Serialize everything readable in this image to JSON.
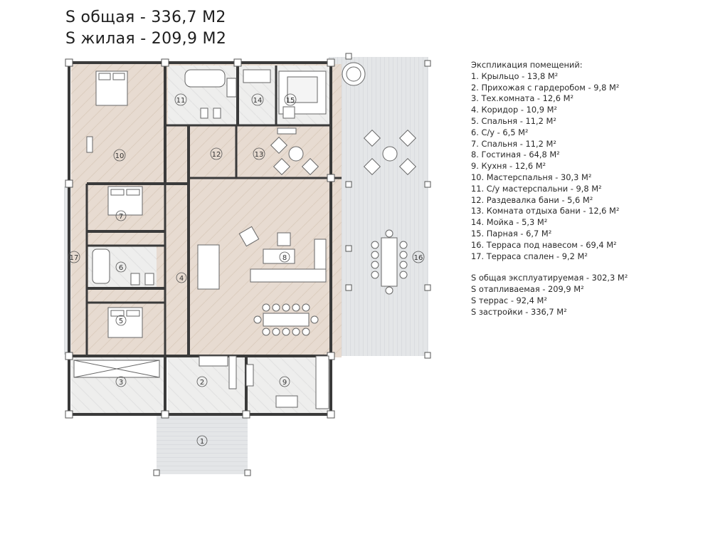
{
  "title": {
    "total": "S общая - 336,7 М2",
    "living": "S жилая - 209,9 М2"
  },
  "legend": {
    "heading": "Экспликация помещений:",
    "rooms": [
      "1. Крыльцо - 13,8 М²",
      "2. Прихожая с гардеробом - 9,8 М²",
      "3. Тех.комната - 12,6 М²",
      "4. Коридор - 10,9 М²",
      "5. Спальня - 11,2 М²",
      "6. С/у - 6,5 М²",
      "7. Спальня - 11,2 М²",
      "8. Гостиная - 64,8 М²",
      "9. Кухня - 12,6 М²",
      "10. Мастерспальня - 30,3 М²",
      "11. С/у мастерспальни - 9,8 М²",
      "12. Раздевалка бани - 5,6 М²",
      "13. Комната отдыха бани - 12,6 М²",
      "14. Мойка - 5,3 М²",
      "15. Парная - 6,7 М²",
      "16. Терраса под навесом - 69,4 М²",
      "17. Терраса спален - 9,2 М²"
    ],
    "totals": [
      "S общая эксплуатируемая - 302,3 М²",
      "S отапливаемая - 209,9 М²",
      "S террас - 92,4 М²",
      "S застройки - 336,7 М²"
    ]
  },
  "plan_labels": {
    "r1": "1",
    "r2": "2",
    "r3": "3",
    "r4": "4",
    "r5": "5",
    "r6": "6",
    "r7": "7",
    "r8": "8",
    "r9": "9",
    "r10": "10",
    "r11": "11",
    "r12": "12",
    "r13": "13",
    "r14": "14",
    "r15": "15",
    "r16": "16",
    "r17": "17"
  },
  "colors": {
    "floor_wood": "#e6d9cf",
    "floor_tile": "#ecebea",
    "terrace": "#e3e5e7",
    "wall": "#3a3a3a",
    "furniture": "#ffffff"
  }
}
